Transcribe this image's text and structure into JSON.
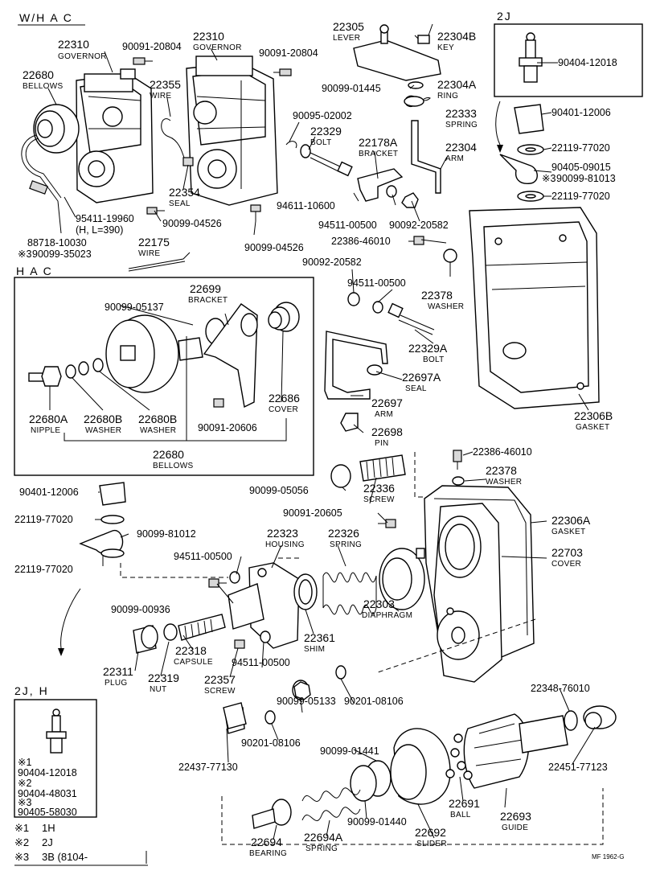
{
  "sections": {
    "whac": "W/H A C",
    "hac": "H A C",
    "twoj": "2J",
    "twojh": "2J, H"
  },
  "labels": [
    {
      "id": "l1",
      "pn": "22310",
      "name": "GOVERNOR"
    },
    {
      "id": "l2",
      "pn": "90091-20804",
      "name": ""
    },
    {
      "id": "l3",
      "pn": "22310",
      "name": "GOVERNOR"
    },
    {
      "id": "l4",
      "pn": "90091-20804",
      "name": ""
    },
    {
      "id": "l5",
      "pn": "22680",
      "name": "BELLOWS"
    },
    {
      "id": "l6",
      "pn": "22355",
      "name": "WIRE"
    },
    {
      "id": "l7",
      "pn": "22354",
      "name": "SEAL"
    },
    {
      "id": "l8",
      "pn": "95411-19960",
      "name": "(H, L=390)"
    },
    {
      "id": "l9",
      "pn": "90099-04526",
      "name": ""
    },
    {
      "id": "l10",
      "pn": "90099-04526",
      "name": ""
    },
    {
      "id": "l11",
      "pn": "88718-10030",
      "name": ""
    },
    {
      "id": "l12",
      "pn": "90099-35023",
      "name": ""
    },
    {
      "id": "l13",
      "pn": "22175",
      "name": "WIRE"
    },
    {
      "id": "l14",
      "pn": "22305",
      "name": "LEVER"
    },
    {
      "id": "l15",
      "pn": "22304B",
      "name": "KEY"
    },
    {
      "id": "l16",
      "pn": "90099-01445",
      "name": ""
    },
    {
      "id": "l17",
      "pn": "22304A",
      "name": "RING"
    },
    {
      "id": "l18",
      "pn": "90095-02002",
      "name": ""
    },
    {
      "id": "l19",
      "pn": "22333",
      "name": "SPRING"
    },
    {
      "id": "l20",
      "pn": "22329",
      "name": "BOLT"
    },
    {
      "id": "l21",
      "pn": "22178A",
      "name": "BRACKET"
    },
    {
      "id": "l22",
      "pn": "22304",
      "name": "ARM"
    },
    {
      "id": "l23",
      "pn": "94611-10600",
      "name": ""
    },
    {
      "id": "l24",
      "pn": "94511-00500",
      "name": ""
    },
    {
      "id": "l25",
      "pn": "90092-20582",
      "name": ""
    },
    {
      "id": "l26",
      "pn": "22386-46010",
      "name": ""
    },
    {
      "id": "l27",
      "pn": "90092-20582",
      "name": ""
    },
    {
      "id": "l28",
      "pn": "94511-00500",
      "name": ""
    },
    {
      "id": "l29",
      "pn": "22378",
      "name": "WASHER"
    },
    {
      "id": "l30",
      "pn": "22329A",
      "name": "BOLT"
    },
    {
      "id": "l31",
      "pn": "22697A",
      "name": "SEAL"
    },
    {
      "id": "l32",
      "pn": "22697",
      "name": "ARM"
    },
    {
      "id": "l33",
      "pn": "22698",
      "name": "PIN"
    },
    {
      "id": "l34",
      "pn": "90404-12018",
      "name": ""
    },
    {
      "id": "l35",
      "pn": "90401-12006",
      "name": ""
    },
    {
      "id": "l36",
      "pn": "22119-77020",
      "name": ""
    },
    {
      "id": "l37",
      "pn": "90405-09015",
      "name": ""
    },
    {
      "id": "l38",
      "pn": "90099-81013",
      "name": ""
    },
    {
      "id": "l39",
      "pn": "22119-77020",
      "name": ""
    },
    {
      "id": "l40",
      "pn": "22306B",
      "name": "GASKET"
    },
    {
      "id": "l41",
      "pn": "22699",
      "name": "BRACKET"
    },
    {
      "id": "l42",
      "pn": "90099-05137",
      "name": ""
    },
    {
      "id": "l43",
      "pn": "22686",
      "name": "COVER"
    },
    {
      "id": "l44",
      "pn": "22680A",
      "name": "NIPPLE"
    },
    {
      "id": "l45",
      "pn": "22680B",
      "name": "WASHER"
    },
    {
      "id": "l46",
      "pn": "22680B",
      "name": "WASHER"
    },
    {
      "id": "l47",
      "pn": "90091-20606",
      "name": ""
    },
    {
      "id": "l48",
      "pn": "22680",
      "name": "BELLOWS"
    },
    {
      "id": "l49",
      "pn": "22386-46010",
      "name": ""
    },
    {
      "id": "l50",
      "pn": "22378",
      "name": "WASHER"
    },
    {
      "id": "l51",
      "pn": "90099-05056",
      "name": ""
    },
    {
      "id": "l52",
      "pn": "22336",
      "name": "SCREW"
    },
    {
      "id": "l53",
      "pn": "90401-12006",
      "name": ""
    },
    {
      "id": "l54",
      "pn": "22119-77020",
      "name": ""
    },
    {
      "id": "l55",
      "pn": "90099-81012",
      "name": ""
    },
    {
      "id": "l56",
      "pn": "22119-77020",
      "name": ""
    },
    {
      "id": "l57",
      "pn": "90091-20605",
      "name": ""
    },
    {
      "id": "l58",
      "pn": "22306A",
      "name": "GASKET"
    },
    {
      "id": "l59",
      "pn": "22323",
      "name": "HOUSING"
    },
    {
      "id": "l60",
      "pn": "22326",
      "name": "SPRING"
    },
    {
      "id": "l61",
      "pn": "22703",
      "name": "COVER"
    },
    {
      "id": "l62",
      "pn": "94511-00500",
      "name": ""
    },
    {
      "id": "l63",
      "pn": "90099-00936",
      "name": ""
    },
    {
      "id": "l64",
      "pn": "22303",
      "name": "DIAPHRAGM"
    },
    {
      "id": "l65",
      "pn": "22361",
      "name": "SHIM"
    },
    {
      "id": "l66",
      "pn": "22318",
      "name": "CAPSULE"
    },
    {
      "id": "l67",
      "pn": "94511-00500",
      "name": ""
    },
    {
      "id": "l68",
      "pn": "22311",
      "name": "PLUG"
    },
    {
      "id": "l69",
      "pn": "22319",
      "name": "NUT"
    },
    {
      "id": "l70",
      "pn": "22357",
      "name": "SCREW"
    },
    {
      "id": "l71",
      "pn": "90201-08106",
      "name": ""
    },
    {
      "id": "l72",
      "pn": "90099-05133",
      "name": ""
    },
    {
      "id": "l73",
      "pn": "22348-76010",
      "name": ""
    },
    {
      "id": "l74",
      "pn": "90201-08106",
      "name": ""
    },
    {
      "id": "l75",
      "pn": "22437-77130",
      "name": ""
    },
    {
      "id": "l76",
      "pn": "90099-01441",
      "name": ""
    },
    {
      "id": "l77",
      "pn": "22451-77123",
      "name": ""
    },
    {
      "id": "l78",
      "pn": "22691",
      "name": "BALL"
    },
    {
      "id": "l79",
      "pn": "22693",
      "name": "GUIDE"
    },
    {
      "id": "l80",
      "pn": "90099-01440",
      "name": ""
    },
    {
      "id": "l81",
      "pn": "22694",
      "name": "BEARING"
    },
    {
      "id": "l82",
      "pn": "22694A",
      "name": "SPRING"
    },
    {
      "id": "l83",
      "pn": "22692",
      "name": "SLIDER"
    }
  ],
  "legend": {
    "box_items": [
      {
        "mark": "※1",
        "pn": "90404-12018"
      },
      {
        "mark": "※2",
        "pn": "90404-48031"
      },
      {
        "mark": "※3",
        "pn": "90405-58030"
      }
    ],
    "notes": [
      {
        "mark": "※1",
        "text": "1H"
      },
      {
        "mark": "※2",
        "text": "2J"
      },
      {
        "mark": "※3",
        "text": "3B (8104-"
      }
    ],
    "mark3": "※3"
  },
  "ref_code": "MF 1962-G",
  "colors": {
    "ink": "#000000",
    "paper": "#ffffff"
  }
}
